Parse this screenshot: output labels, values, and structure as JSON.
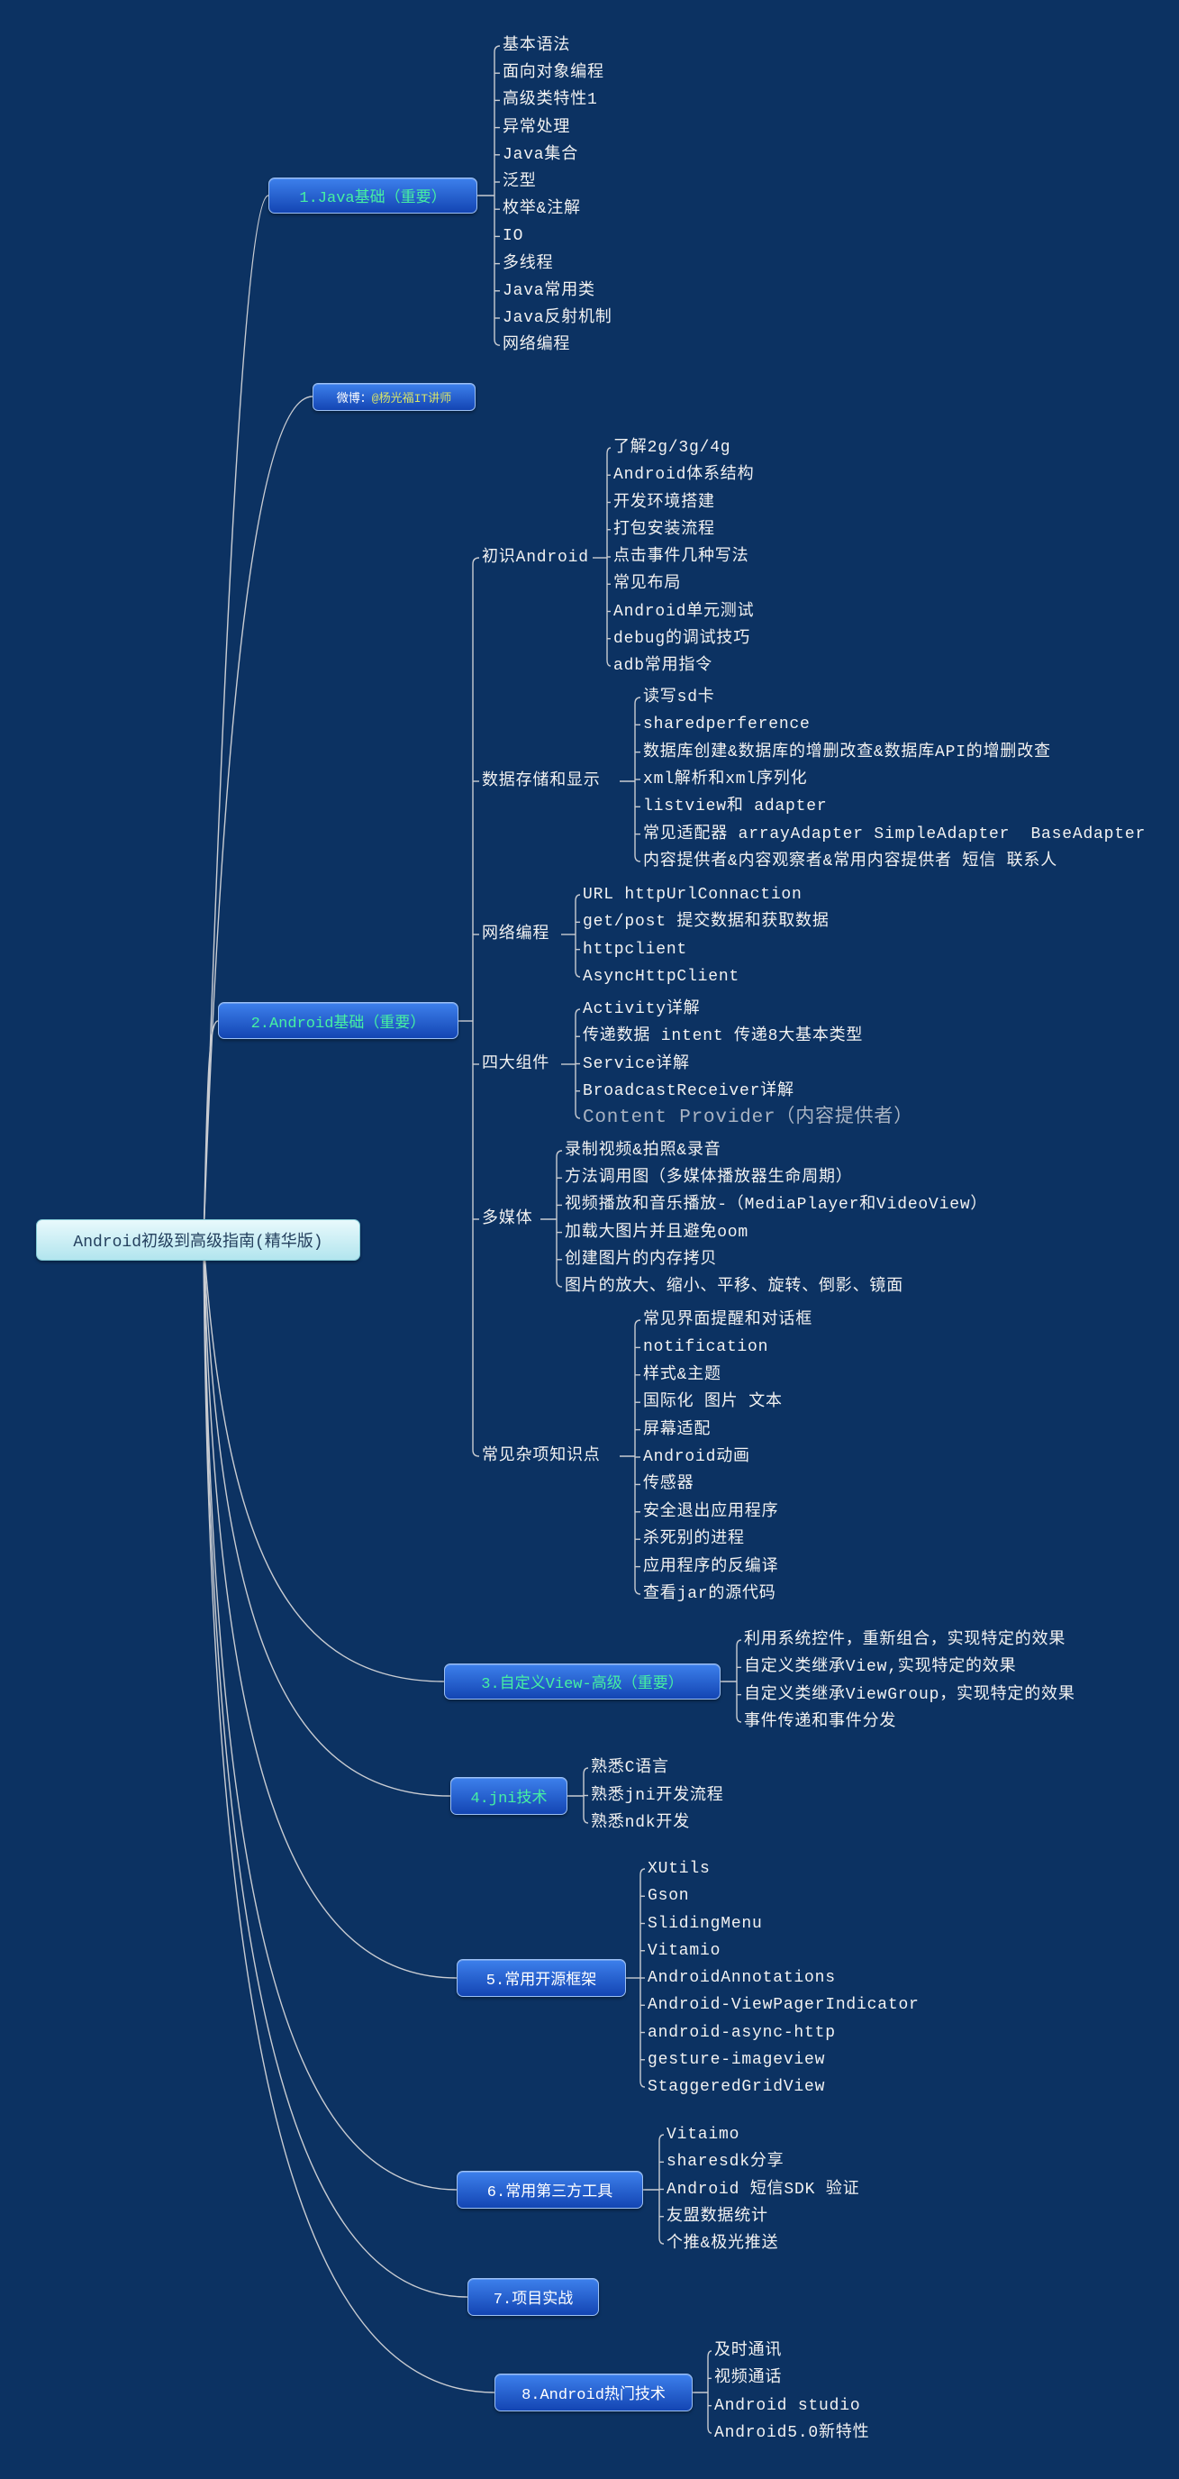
{
  "root": {
    "title": "Android初级到高级指南(精华版)"
  },
  "weibo": {
    "label": "微博：",
    "handle": "@杨光福IT讲师"
  },
  "branches": [
    {
      "label": "1.Java基础（重要）",
      "items": [
        "基本语法",
        "面向对象编程",
        "高级类特性1",
        "异常处理",
        "Java集合",
        "泛型",
        "枚举&注解",
        "IO",
        "多线程",
        "Java常用类",
        "Java反射机制",
        "网络编程"
      ]
    },
    {
      "label": "2.Android基础（重要）",
      "groups": [
        {
          "label": "初识Android",
          "items": [
            "了解2g/3g/4g",
            "Android体系结构",
            "开发环境搭建",
            "打包安装流程",
            "点击事件几种写法",
            "常见布局",
            "Android单元测试",
            "debug的调试技巧",
            "adb常用指令"
          ]
        },
        {
          "label": "数据存储和显示",
          "items": [
            "读写sd卡",
            "sharedperference",
            "数据库创建&数据库的增删改查&数据库API的增删改查",
            "xml解析和xml序列化",
            "listview和 adapter",
            "常见适配器 arrayAdapter SimpleAdapter  BaseAdapter",
            "内容提供者&内容观察者&常用内容提供者 短信 联系人"
          ]
        },
        {
          "label": "网络编程",
          "items": [
            "URL httpUrlConnaction",
            "get/post 提交数据和获取数据",
            "httpclient",
            "AsyncHttpClient"
          ]
        },
        {
          "label": "四大组件",
          "items": [
            "Activity详解",
            "传递数据 intent 传递8大基本类型",
            "Service详解",
            "BroadcastReceiver详解",
            "Content Provider（内容提供者）"
          ]
        },
        {
          "label": "多媒体",
          "items": [
            "录制视频&拍照&录音",
            "方法调用图（多媒体播放器生命周期）",
            "视频播放和音乐播放-（MediaPlayer和VideoView）",
            "加载大图片并且避免oom",
            "创建图片的内存拷贝",
            "图片的放大、缩小、平移、旋转、倒影、镜面"
          ]
        },
        {
          "label": "常见杂项知识点",
          "items": [
            "常见界面提醒和对话框",
            "notification",
            "样式&主题",
            "国际化 图片 文本",
            "屏幕适配",
            "Android动画",
            "传感器",
            "安全退出应用程序",
            "杀死别的进程",
            "应用程序的反编译",
            "查看jar的源代码"
          ]
        }
      ]
    },
    {
      "label": "3.自定义View-高级（重要）",
      "items": [
        "利用系统控件，重新组合，实现特定的效果",
        "自定义类继承View,实现特定的效果",
        "自定义类继承ViewGroup，实现特定的效果",
        "事件传递和事件分发"
      ]
    },
    {
      "label": "4.jni技术",
      "items": [
        "熟悉C语言",
        "熟悉jni开发流程",
        "熟悉ndk开发"
      ]
    },
    {
      "label": "5.常用开源框架",
      "items": [
        "XUtils",
        "Gson",
        "SlidingMenu",
        "Vitamio",
        "AndroidAnnotations",
        "Android-ViewPagerIndicator",
        "android-async-http",
        "gesture-imageview",
        "StaggeredGridView"
      ]
    },
    {
      "label": "6.常用第三方工具",
      "items": [
        "Vitaimo",
        "sharesdk分享",
        "Android 短信SDK 验证",
        "友盟数据统计",
        "个推&极光推送"
      ]
    },
    {
      "label": "7.项目实战",
      "items": []
    },
    {
      "label": "8.Android热门技术",
      "items": [
        "及时通讯",
        "视频通话",
        "Android studio",
        "Android5.0新特性"
      ]
    }
  ],
  "colors": {
    "background": "#0c3262",
    "connector_line": "#c9ccd2",
    "leaf_text": "#f2f2f2",
    "branch_fill_top": "#3d80ec",
    "branch_fill_bottom": "#1345b3",
    "branch_highlight_text": "#46f0a2",
    "root_fill_top": "#e8f9fc",
    "root_fill_bottom": "#b2e5ee",
    "weibo_handle_text": "#d7e36a"
  }
}
